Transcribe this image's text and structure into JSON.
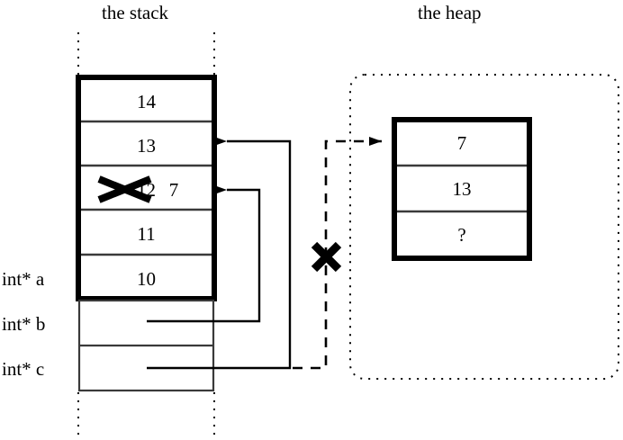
{
  "diagram": {
    "title_stack": "the stack",
    "title_heap": "the heap"
  },
  "stack": {
    "cells": [
      {
        "value": "14",
        "struck": false
      },
      {
        "value": "13",
        "struck": false
      },
      {
        "value": "12",
        "struck": true,
        "replacement": "7"
      },
      {
        "value": "11",
        "struck": false
      },
      {
        "value": "10",
        "struck": false
      }
    ],
    "variables": [
      {
        "label": "int* a"
      },
      {
        "label": "int* b"
      },
      {
        "label": "int* c"
      }
    ]
  },
  "heap": {
    "cells": [
      {
        "value": "7"
      },
      {
        "value": "13"
      },
      {
        "value": "?"
      }
    ]
  },
  "annotations": {
    "crossed_out_pointer": "x-mark",
    "crossed_out_value": "x-mark"
  },
  "colors": {
    "ink": "#000000",
    "background": "#ffffff",
    "hairline": "#3a3a3a"
  }
}
